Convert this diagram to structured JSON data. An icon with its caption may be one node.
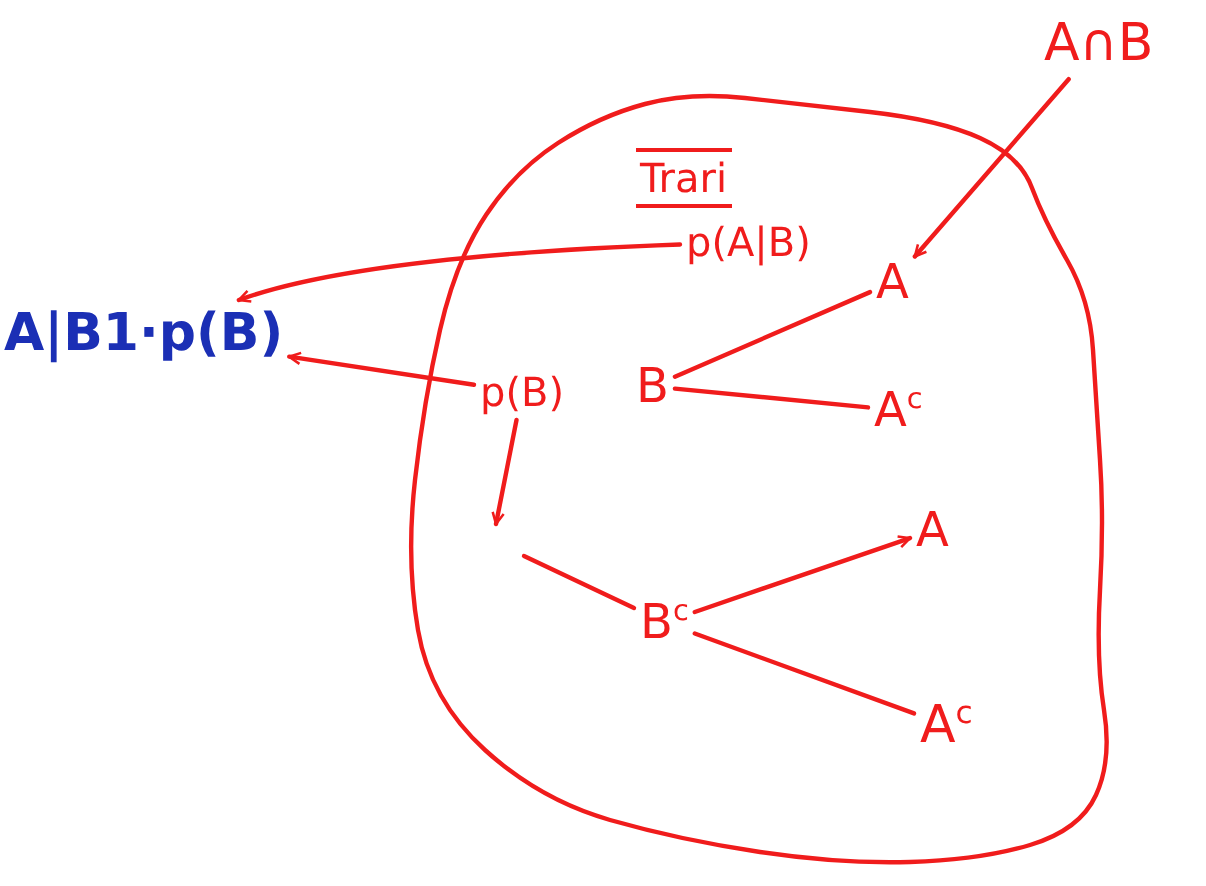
{
  "diagram": {
    "nodes": [
      {
        "text": [],
        "shape": "cloud"
      },
      {
        "text": [
          "A∩B"
        ]
      },
      {
        "text": [
          "A|B1·p(B)"
        ]
      },
      {
        "text": [
          "p(A|B)"
        ],
        "in": 0
      },
      {
        "text": [
          "A"
        ],
        "in": 0
      },
      {
        "text": [
          "p(B)"
        ],
        "in": 0
      },
      {
        "text": [
          "B"
        ],
        "in": 0
      },
      {
        "text": [
          "A$^{c}$"
        ],
        "in": 0
      },
      {
        "text": [
          "B$^{c}$"
        ],
        "in": 0
      },
      {
        "text": [
          "A"
        ],
        "in": 0
      },
      {
        "text": [
          "A$^{c}$"
        ],
        "in": 0
      }
    ],
    "edges": [
      {
        "from": 3,
        "to": 2,
        "arrow": "to"
      },
      {
        "from": 5,
        "to": 2,
        "arrow": "to"
      },
      {
        "from": 1,
        "to": 4,
        "arrow": "to"
      },
      {
        "from": 6,
        "to": 4,
        "arrow": "none"
      },
      {
        "from": 6,
        "to": 7,
        "arrow": "none"
      },
      {
        "from": 5,
        "to": null,
        "arrow": "to"
      },
      {
        "from": null,
        "to": 8,
        "arrow": "none"
      },
      {
        "from": 8,
        "to": 9,
        "arrow": "to"
      },
      {
        "from": 8,
        "to": 10,
        "arrow": "none"
      }
    ],
    "labels": [
      "Trari"
    ]
  }
}
